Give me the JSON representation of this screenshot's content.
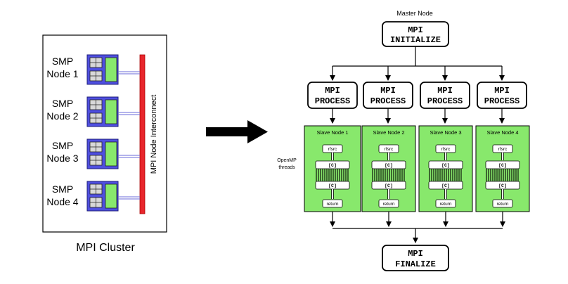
{
  "cluster": {
    "caption": "MPI Cluster",
    "interconnect_label": "MPI Node Interconnect",
    "nodes": [
      {
        "line1": "SMP",
        "line2": "Node 1"
      },
      {
        "line1": "SMP",
        "line2": "Node 2"
      },
      {
        "line1": "SMP",
        "line2": "Node 3"
      },
      {
        "line1": "SMP",
        "line2": "Node 4"
      }
    ]
  },
  "flow": {
    "master_label": "Master Node",
    "initialize": {
      "line1": "MPI",
      "line2": "INITIALIZE"
    },
    "process": {
      "line1": "MPI",
      "line2": "PROCESS"
    },
    "openmp_label": {
      "line1": "OpenMP",
      "line2": "threads"
    },
    "slaves": [
      {
        "label": "Slave Node 1"
      },
      {
        "label": "Slave Node 2"
      },
      {
        "label": "Slave Node 3"
      },
      {
        "label": "Slave Node 4"
      }
    ],
    "slave_steps": {
      "rfsrc": "rfsrc",
      "c": "[C]",
      "return": "return"
    },
    "finalize": {
      "line1": "MPI",
      "line2": "FINALIZE"
    }
  },
  "colors": {
    "node_blue": "#4f4fe0",
    "node_green": "#88e86c",
    "interconnect_red": "#e8262c",
    "slave_green": "#88e86c"
  }
}
